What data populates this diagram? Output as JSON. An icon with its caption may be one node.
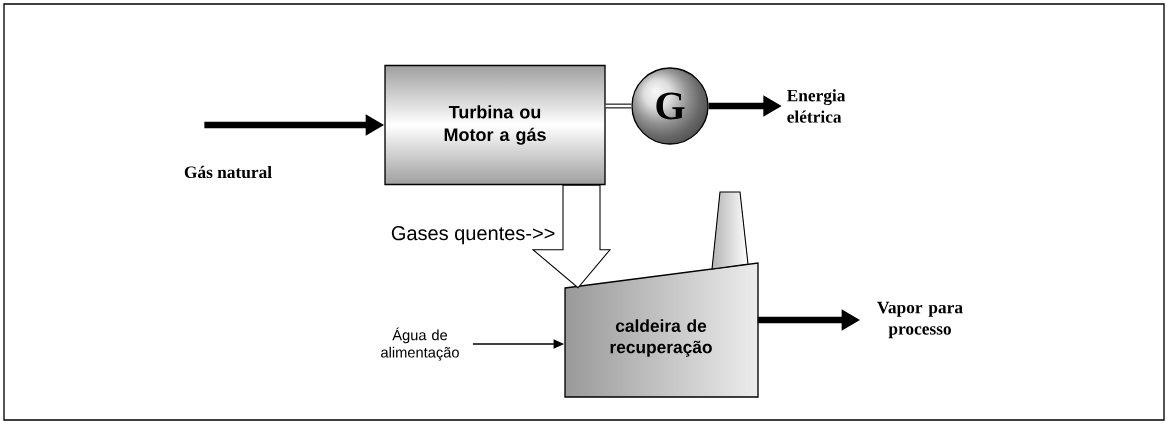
{
  "diagram": {
    "nodes": [
      {
        "text": [
          "Turbina ou Motor a gás"
        ]
      },
      {
        "text": [
          "G"
        ]
      },
      {
        "text": [
          "Energia elétrica"
        ]
      },
      {
        "text": [
          "caldeira de recuperação"
        ]
      },
      {
        "text": [
          "Água de alimentação"
        ]
      },
      {
        "text": [
          "Vapor para processo"
        ]
      }
    ],
    "edges": [
      {
        "from": null,
        "to": 0,
        "arrow": "to"
      },
      {
        "from": 0,
        "to": 1,
        "arrow": "none"
      },
      {
        "from": 1,
        "to": 2,
        "arrow": "to"
      },
      {
        "from": 0,
        "to": 3,
        "arrow": "to",
        "label": "Gases quentes->>"
      },
      {
        "from": 4,
        "to": 3,
        "arrow": "to"
      },
      {
        "from": 3,
        "to": 5,
        "arrow": "to"
      }
    ],
    "labels": [
      "Gás natural"
    ]
  }
}
